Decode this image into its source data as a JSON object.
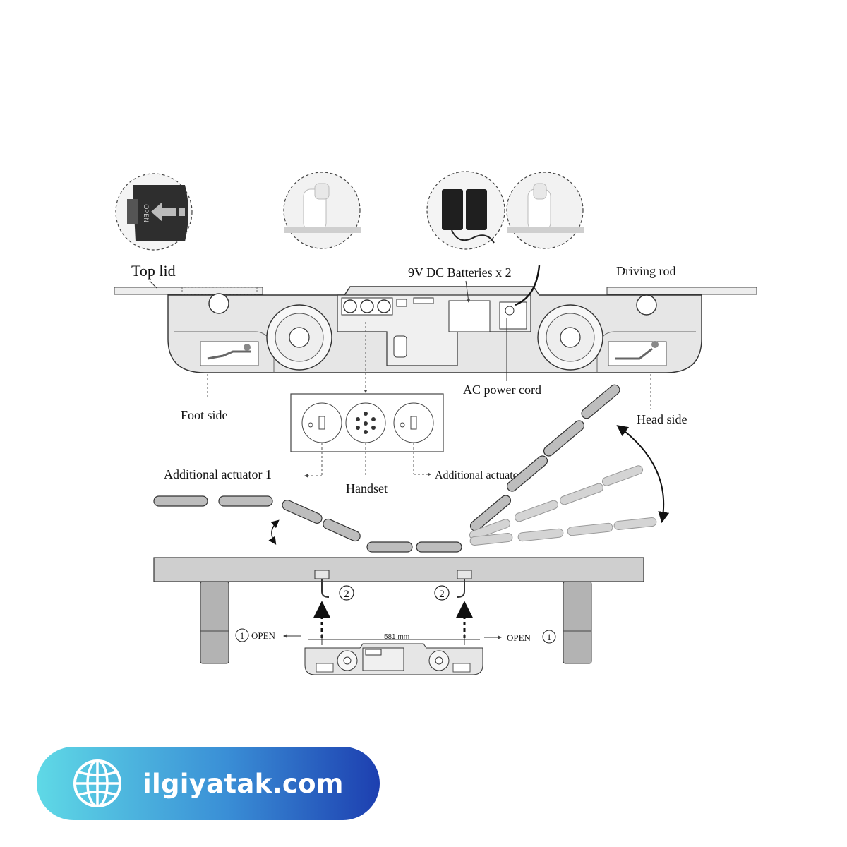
{
  "labels": {
    "top_lid": "Top lid",
    "batteries": "9V DC Batteries x 2",
    "driving_rod": "Driving rod",
    "ac_power_cord": "AC power cord",
    "foot_side": "Foot side",
    "head_side": "Head side",
    "additional_actuator_1": "Additional actuator 1",
    "handset": "Handset",
    "additional_actuator_2": "Additional actuator 2",
    "open_left": "OPEN",
    "open_right": "OPEN",
    "step_1": "1",
    "step_2": "2",
    "width_dimension": "581 mm",
    "lid_arrow_text": "OPEN"
  },
  "brand": {
    "website": "ilgiyatak.com",
    "icon": "globe-icon",
    "gradient_start": "#5fd9e6",
    "gradient_end": "#1d3fb0"
  },
  "colors": {
    "line": "#333333",
    "panel_fill": "#d9d9d9",
    "frame_fill": "#cfcfcf",
    "leg_fill": "#b3b3b3",
    "slat_fill": "#bdbdbd"
  }
}
